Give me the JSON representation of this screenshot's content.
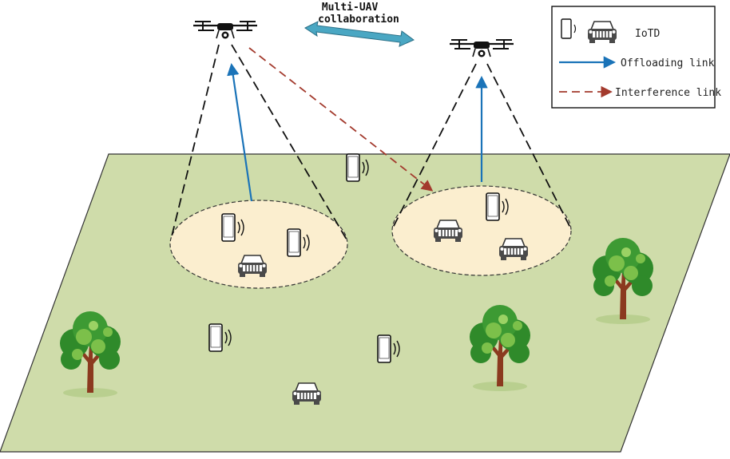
{
  "collaboration_label": [
    "Multi-UAV",
    "collaboration"
  ],
  "legend": {
    "iotd_label": "IoTD",
    "offloading_label": "Offloading link",
    "interference_label": "Interference link"
  },
  "colors": {
    "ground": "#cfdcaa",
    "coverage": "#fbeecf",
    "offloading": "#1a73b8",
    "interference": "#a33a2d",
    "collaboration_arrow": "#4aa7c3",
    "tree_dark": "#2f8a2a",
    "tree_light": "#7cc04a",
    "trunk": "#8b3a1f"
  },
  "icons": {
    "uav": "quadcopter-drone-icon",
    "phone": "smartphone-signal-icon",
    "car": "vehicle-icon",
    "tree": "tree-icon"
  }
}
